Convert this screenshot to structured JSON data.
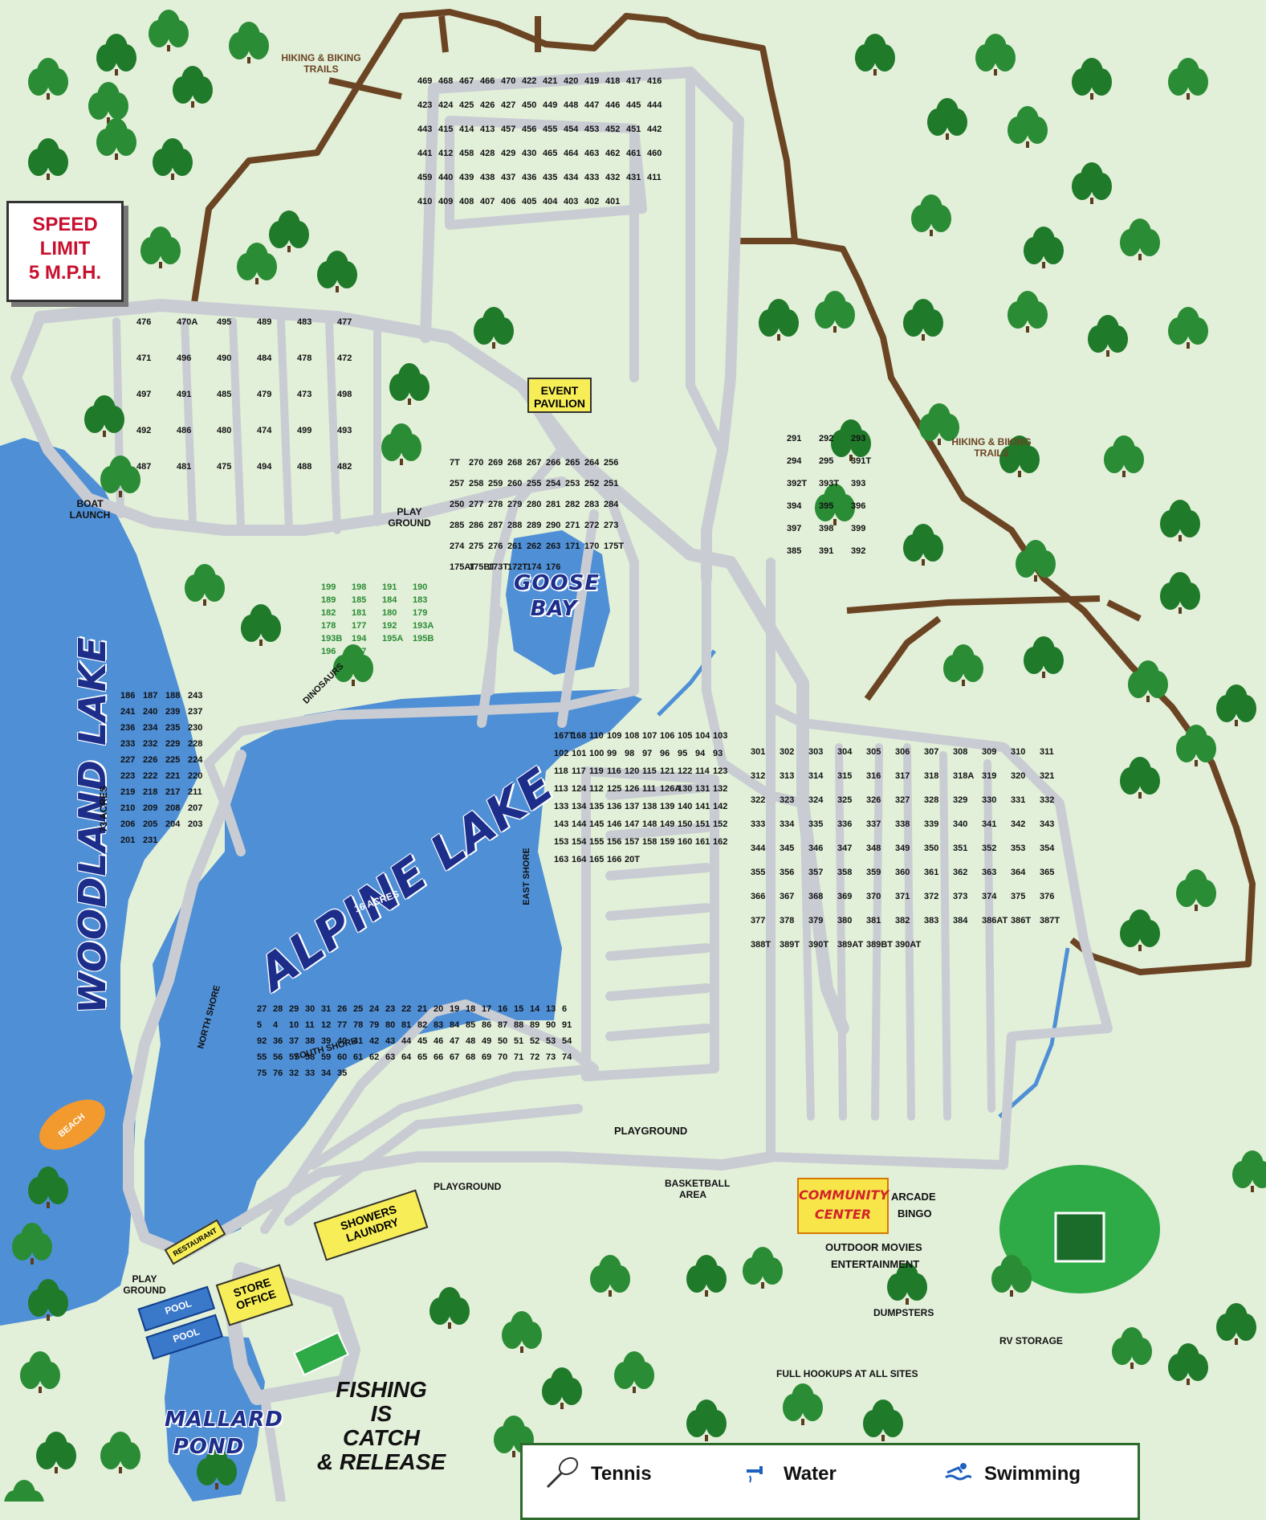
{
  "colors": {
    "background": "#e2efd9",
    "water": "#4f8fd6",
    "road": "#c9cdd3",
    "trail": "#6b4423",
    "tree": "#1f7a2a",
    "title": "#1d2d8a",
    "speed_text": "#c8102e"
  },
  "speed_limit": {
    "line1": "SPEED",
    "line2": "LIMIT",
    "line3": "5 M.P.H."
  },
  "lakes": {
    "woodland": "WOODLAND LAKE",
    "woodland_acres": "73 ACRES",
    "alpine": "ALPINE LAKE",
    "alpine_acres": "16 ACRES",
    "goose_bay": "GOOSE BAY",
    "mallard": "MALLARD POND"
  },
  "trails": {
    "top": "HIKING & BIKING TRAILS",
    "right": "HIKING & BIKING TRAILS"
  },
  "shores": {
    "north": "NORTH SHORE",
    "south": "SOUTH SHORE",
    "east": "EAST SHORE"
  },
  "places": {
    "event_pavilion": "EVENT PAVILION",
    "boat_launch": "BOAT LAUNCH",
    "play_ground_1": "PLAY GROUND",
    "play_ground_2": "PLAY GROUND",
    "dinosaurs": "DINOSAURS",
    "playground_1": "PLAYGROUND",
    "playground_2": "PLAYGROUND",
    "basketball": "BASKETBALL AREA",
    "community_center": "COMMUNITY CENTER",
    "arcade": "ARCADE",
    "bingo": "BINGO",
    "outdoor_movies": "OUTDOOR MOVIES",
    "entertainment": "ENTERTAINMENT",
    "dumpsters": "DUMPSTERS",
    "rv_storage": "RV STORAGE",
    "full_hookups": "FULL HOOKUPS AT ALL SITES",
    "showers": "SHOWERS",
    "laundry": "LAUNDRY",
    "store": "STORE",
    "office": "OFFICE",
    "restaurant": "RESTAURANT",
    "pool1": "POOL",
    "pool2": "POOL",
    "beach": "BEACH"
  },
  "fishing": {
    "line1": "FISHING",
    "line2": "IS",
    "line3": "CATCH",
    "line4": "& RELEASE"
  },
  "legend": {
    "tennis": "Tennis",
    "water": "Water",
    "swimming": "Swimming"
  },
  "sites": {
    "top_row": [
      "469",
      "468",
      "467",
      "466",
      "470",
      "422",
      "421",
      "420",
      "419",
      "418",
      "417",
      "416",
      "423",
      "424",
      "425",
      "426",
      "427",
      "450",
      "449",
      "448",
      "447",
      "446",
      "445",
      "444",
      "443",
      "415",
      "414",
      "413",
      "457",
      "456",
      "455",
      "454",
      "453",
      "452",
      "451",
      "442",
      "441",
      "412",
      "458",
      "428",
      "429",
      "430",
      "465",
      "464",
      "463",
      "462",
      "461",
      "460",
      "459",
      "440",
      "439",
      "438",
      "437",
      "436",
      "435",
      "434",
      "433",
      "432",
      "431",
      "411",
      "410",
      "409",
      "408",
      "407",
      "406",
      "405",
      "404",
      "403",
      "402",
      "401"
    ],
    "west_block": [
      "476",
      "470A",
      "495",
      "489",
      "483",
      "477",
      "471",
      "496",
      "490",
      "484",
      "478",
      "472",
      "497",
      "491",
      "485",
      "479",
      "473",
      "498",
      "492",
      "486",
      "480",
      "474",
      "499",
      "493",
      "487",
      "481",
      "475",
      "494",
      "488",
      "482"
    ],
    "center": [
      "7T",
      "270",
      "269",
      "268",
      "267",
      "266",
      "265",
      "264",
      "256",
      "257",
      "258",
      "259",
      "260",
      "255",
      "254",
      "253",
      "252",
      "251",
      "250",
      "277",
      "278",
      "279",
      "280",
      "281",
      "282",
      "283",
      "284",
      "285",
      "286",
      "287",
      "288",
      "289",
      "290",
      "271",
      "272",
      "273",
      "274",
      "275",
      "276",
      "261",
      "262",
      "263",
      "171",
      "170",
      "175T",
      "175AT",
      "175BT",
      "173T",
      "172T",
      "174",
      "176"
    ],
    "green_sites": [
      "199",
      "198",
      "191",
      "190",
      "189",
      "185",
      "184",
      "183",
      "182",
      "181",
      "180",
      "179",
      "178",
      "177",
      "192",
      "193A",
      "193B",
      "194",
      "195A",
      "195B",
      "196",
      "197"
    ],
    "east_col": [
      "291",
      "292",
      "293",
      "294",
      "295",
      "391T",
      "392T",
      "393T",
      "393",
      "394",
      "395",
      "396",
      "397",
      "398",
      "399",
      "385",
      "391",
      "392"
    ],
    "lower_east": [
      "301",
      "302",
      "303",
      "304",
      "305",
      "306",
      "307",
      "308",
      "309",
      "310",
      "311",
      "312",
      "313",
      "314",
      "315",
      "316",
      "317",
      "318",
      "318A",
      "319",
      "320",
      "321",
      "322",
      "323",
      "324",
      "325",
      "326",
      "327",
      "328",
      "329",
      "330",
      "331",
      "332",
      "333",
      "334",
      "335",
      "336",
      "337",
      "338",
      "339",
      "340",
      "341",
      "342",
      "343",
      "344",
      "345",
      "346",
      "347",
      "348",
      "349",
      "350",
      "351",
      "352",
      "353",
      "354",
      "355",
      "356",
      "357",
      "358",
      "359",
      "360",
      "361",
      "362",
      "363",
      "364",
      "365",
      "366",
      "367",
      "368",
      "369",
      "370",
      "371",
      "372",
      "373",
      "374",
      "375",
      "376",
      "377",
      "378",
      "379",
      "380",
      "381",
      "382",
      "383",
      "384",
      "386AT",
      "386T",
      "387T",
      "388T",
      "389T",
      "390T",
      "389AT",
      "389BT",
      "390AT"
    ],
    "lake_east": [
      "167T",
      "168",
      "110",
      "109",
      "108",
      "107",
      "106",
      "105",
      "104",
      "103",
      "102",
      "101",
      "100",
      "99",
      "98",
      "97",
      "96",
      "95",
      "94",
      "93",
      "118",
      "117",
      "119",
      "116",
      "120",
      "115",
      "121",
      "122",
      "114",
      "123",
      "113",
      "124",
      "112",
      "125",
      "126",
      "111",
      "126A",
      "130",
      "131",
      "132",
      "133",
      "134",
      "135",
      "136",
      "137",
      "138",
      "139",
      "140",
      "141",
      "142",
      "143",
      "144",
      "145",
      "146",
      "147",
      "148",
      "149",
      "150",
      "151",
      "152",
      "153",
      "154",
      "155",
      "156",
      "157",
      "158",
      "159",
      "160",
      "161",
      "162",
      "163",
      "164",
      "165",
      "166",
      "20T"
    ],
    "lake_south": [
      "27",
      "28",
      "29",
      "30",
      "31",
      "26",
      "25",
      "24",
      "23",
      "22",
      "21",
      "20",
      "19",
      "18",
      "17",
      "16",
      "15",
      "14",
      "13",
      "6",
      "5",
      "4",
      "10",
      "11",
      "12",
      "77",
      "78",
      "79",
      "80",
      "81",
      "82",
      "83",
      "84",
      "85",
      "86",
      "87",
      "88",
      "89",
      "90",
      "91",
      "92",
      "36",
      "37",
      "38",
      "39",
      "40",
      "41",
      "42",
      "43",
      "44",
      "45",
      "46",
      "47",
      "48",
      "49",
      "50",
      "51",
      "52",
      "53",
      "54",
      "55",
      "56",
      "57",
      "58",
      "59",
      "60",
      "61",
      "62",
      "63",
      "64",
      "65",
      "66",
      "67",
      "68",
      "69",
      "70",
      "71",
      "72",
      "73",
      "74",
      "75",
      "76",
      "32",
      "33",
      "34",
      "35"
    ],
    "west_shore": [
      "186",
      "187",
      "188",
      "243",
      "241",
      "240",
      "239",
      "237",
      "236",
      "234",
      "235",
      "230",
      "233",
      "232",
      "229",
      "228",
      "227",
      "226",
      "225",
      "224",
      "223",
      "222",
      "221",
      "220",
      "219",
      "218",
      "217",
      "211",
      "210",
      "209",
      "208",
      "207",
      "206",
      "205",
      "204",
      "203",
      "201",
      "231"
    ]
  }
}
